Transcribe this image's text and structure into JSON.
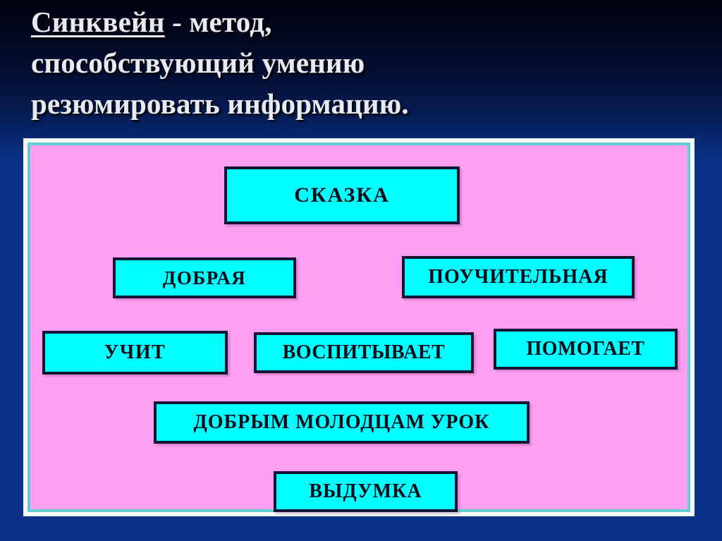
{
  "slide": {
    "background_top_color": "#010310",
    "background_bottom_color": "#0a3287",
    "title": {
      "line1_underlined": "Синквейн",
      "line1_rest": " - метод,",
      "line2": "способствующий умению",
      "line3": "резюмировать информацию.",
      "text_color": "#e8eaf2"
    },
    "panel": {
      "fill_color": "#ff9ff3",
      "border_color": "#5fd0cf",
      "outer_border_color": "#ffffff"
    },
    "diagram": {
      "box_fill_color": "#00ffff",
      "box_border_color": "#141432",
      "box_text_color": "#0b0b18",
      "rows": [
        {
          "row_index": 1,
          "boxes": [
            {
              "label": "СКАЗКА"
            }
          ]
        },
        {
          "row_index": 2,
          "boxes": [
            {
              "label": "ДОБРАЯ"
            },
            {
              "label": "ПОУЧИТЕЛЬНАЯ"
            }
          ]
        },
        {
          "row_index": 3,
          "boxes": [
            {
              "label": "УЧИТ"
            },
            {
              "label": "ВОСПИТЫВАЕТ"
            },
            {
              "label": "ПОМОГАЕТ"
            }
          ]
        },
        {
          "row_index": 4,
          "boxes": [
            {
              "label": "ДОБРЫМ МОЛОДЦАМ УРОК"
            }
          ]
        },
        {
          "row_index": 5,
          "boxes": [
            {
              "label": "ВЫДУМКА"
            }
          ]
        }
      ]
    }
  }
}
